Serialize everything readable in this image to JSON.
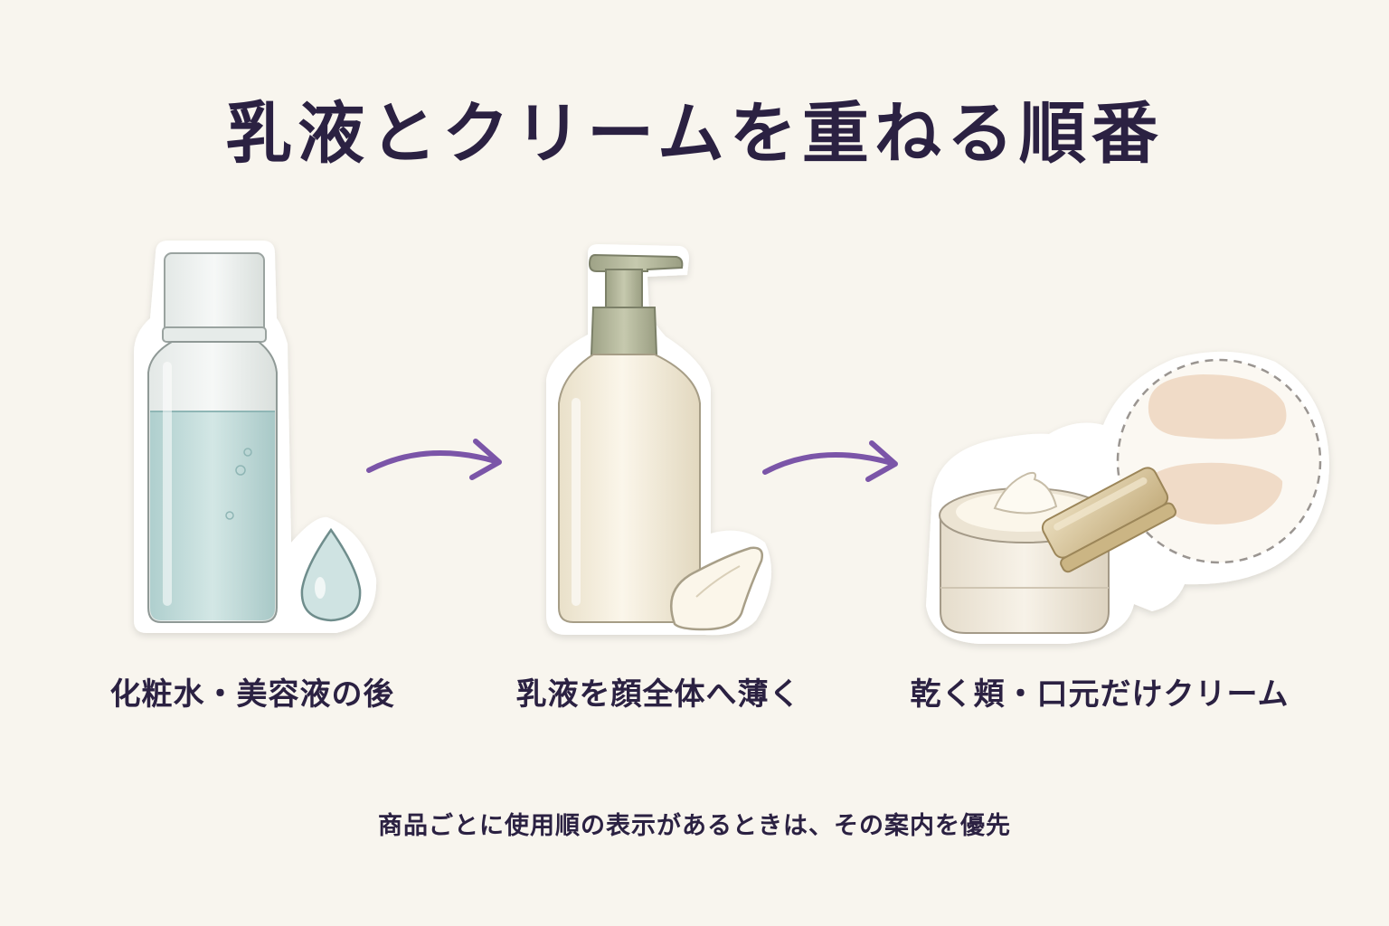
{
  "title": "乳液とクリームを重ねる順番",
  "steps": [
    {
      "label": "化粧水・美容液の後",
      "icon": "lotion-bottle-icon"
    },
    {
      "label": "乳液を顔全体へ薄く",
      "icon": "pump-bottle-icon"
    },
    {
      "label": "乾く頬・口元だけクリーム",
      "icon": "cream-jar-icon"
    }
  ],
  "note": "商品ごとに使用順の表示があるときは、その案内を優先",
  "colors": {
    "background": "#f8f5ee",
    "text": "#2b2142",
    "arrow": "#7b55a8",
    "lotion": "#bcd9d8",
    "milk": "#f1ead9",
    "pump": "#b9bca1",
    "jar_lid": "#d9c7a0",
    "skin_patch": "#efd9c4"
  }
}
